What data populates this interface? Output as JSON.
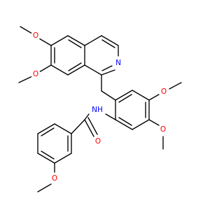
{
  "colors": {
    "carbon": "#000000",
    "oxygen": "#ff0000",
    "nitrogen": "#0000ff"
  },
  "atoms": {
    "o_isoq_6": {
      "text": "O",
      "element": "oxygen"
    },
    "o_isoq_7": {
      "text": "O",
      "element": "oxygen"
    },
    "n_isoq": {
      "text": "N",
      "element": "nitrogen"
    },
    "o_ring_top": {
      "text": "O",
      "element": "oxygen"
    },
    "o_ring_bottom": {
      "text": "O",
      "element": "oxygen"
    },
    "nh_amide": {
      "text": "NH",
      "element": "nitrogen"
    },
    "o_carbonyl": {
      "text": "O",
      "element": "oxygen"
    },
    "o_benzoyl": {
      "text": "O",
      "element": "oxygen"
    }
  }
}
